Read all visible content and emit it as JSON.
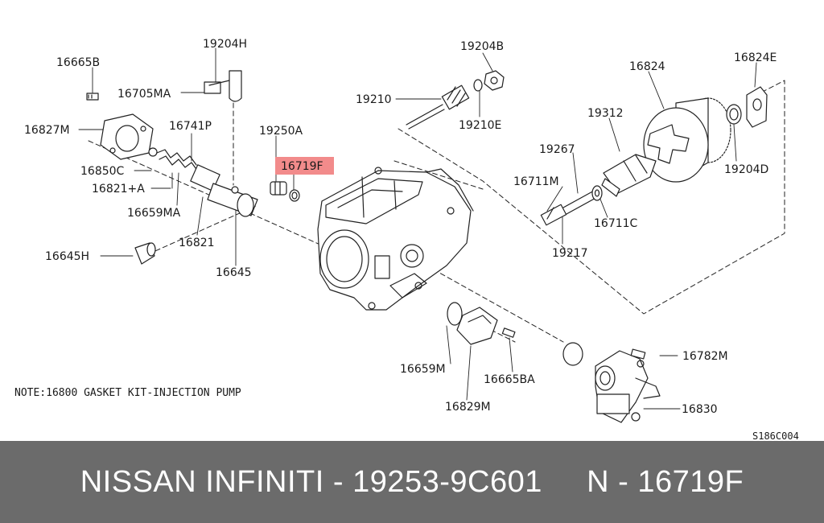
{
  "diagram": {
    "labels": {
      "p16665B": "16665B",
      "p19204H": "19204H",
      "p16705MA": "16705MA",
      "p16827M": "16827M",
      "p16741P": "16741P",
      "p16850C": "16850C",
      "p16821A": "16821+A",
      "p16659MA": "16659MA",
      "p16821": "16821",
      "p16645H": "16645H",
      "p16645": "16645",
      "p19250A": "19250A",
      "p16719F": "16719F",
      "p19204B": "19204B",
      "p19210": "19210",
      "p19210E": "19210E",
      "p16824": "16824",
      "p16824E": "16824E",
      "p19312": "19312",
      "p19267": "19267",
      "p16711M": "16711M",
      "p16711C": "16711C",
      "p19217": "19217",
      "p19204D": "19204D",
      "p16659M": "16659M",
      "p16665BA": "16665BA",
      "p16829M": "16829M",
      "p16782M": "16782M",
      "p16830": "16830"
    },
    "highlight_color": "#f28b8b",
    "note": "NOTE:16800 GASKET KIT-INJECTION PUMP",
    "code": "S186C004"
  },
  "footer": {
    "text": "NISSAN INFINITI - 19253-9C601     N - 16719F"
  }
}
